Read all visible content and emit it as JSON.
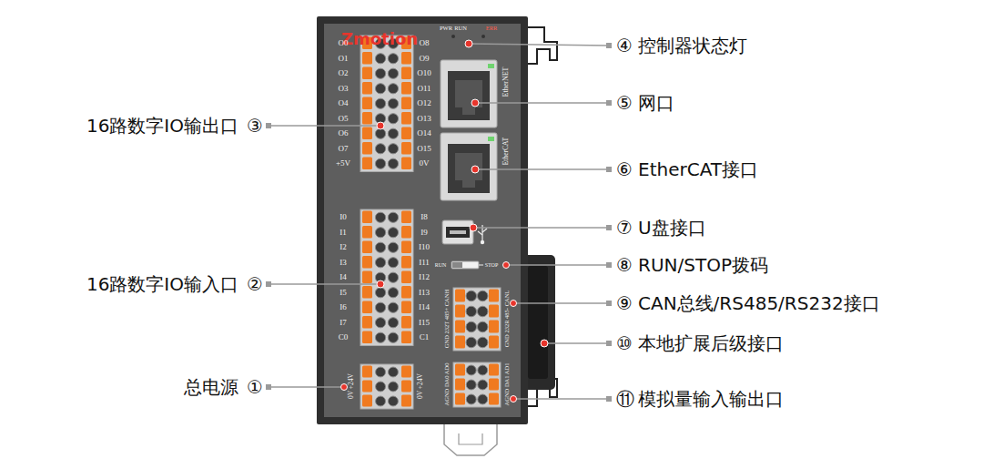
{
  "diagram": {
    "labels": [
      "Zmotion",
      "PWR",
      "RUN",
      "ERR",
      "O0",
      "O1",
      "O2",
      "O3",
      "O4",
      "O5",
      "O6",
      "O7",
      "+5V",
      "O8",
      "O9",
      "O10",
      "O11",
      "O12",
      "O13",
      "O14",
      "O15",
      "0V",
      "I0",
      "I1",
      "I2",
      "I3",
      "I4",
      "I5",
      "I6",
      "I7",
      "C0",
      "I8",
      "I9",
      "I10",
      "I11",
      "I12",
      "I13",
      "I14",
      "I15",
      "C1",
      "0V +24V",
      "0V +24V",
      "GND 232T 485+ CANH",
      "GND 232R 485- CANL",
      "AGND DA0 AD0",
      "AGND DA1 AD1",
      "EtherNET",
      "EtherCAT",
      "RUN",
      "STOP",
      "④",
      "控制器状态灯",
      "⑤",
      "网口",
      "⑥",
      "EtherCAT接口",
      "⑦",
      "U盘接口",
      "⑧",
      "RUN/STOP拨码",
      "⑨",
      "CAN总线/RS485/RS232接口",
      "⑩",
      "本地扩展后级接口",
      "⑪",
      "模拟量输入输出口",
      "16路数字IO输出口",
      "③",
      "16路数字IO输入口",
      "②",
      "总电源",
      "①"
    ]
  }
}
